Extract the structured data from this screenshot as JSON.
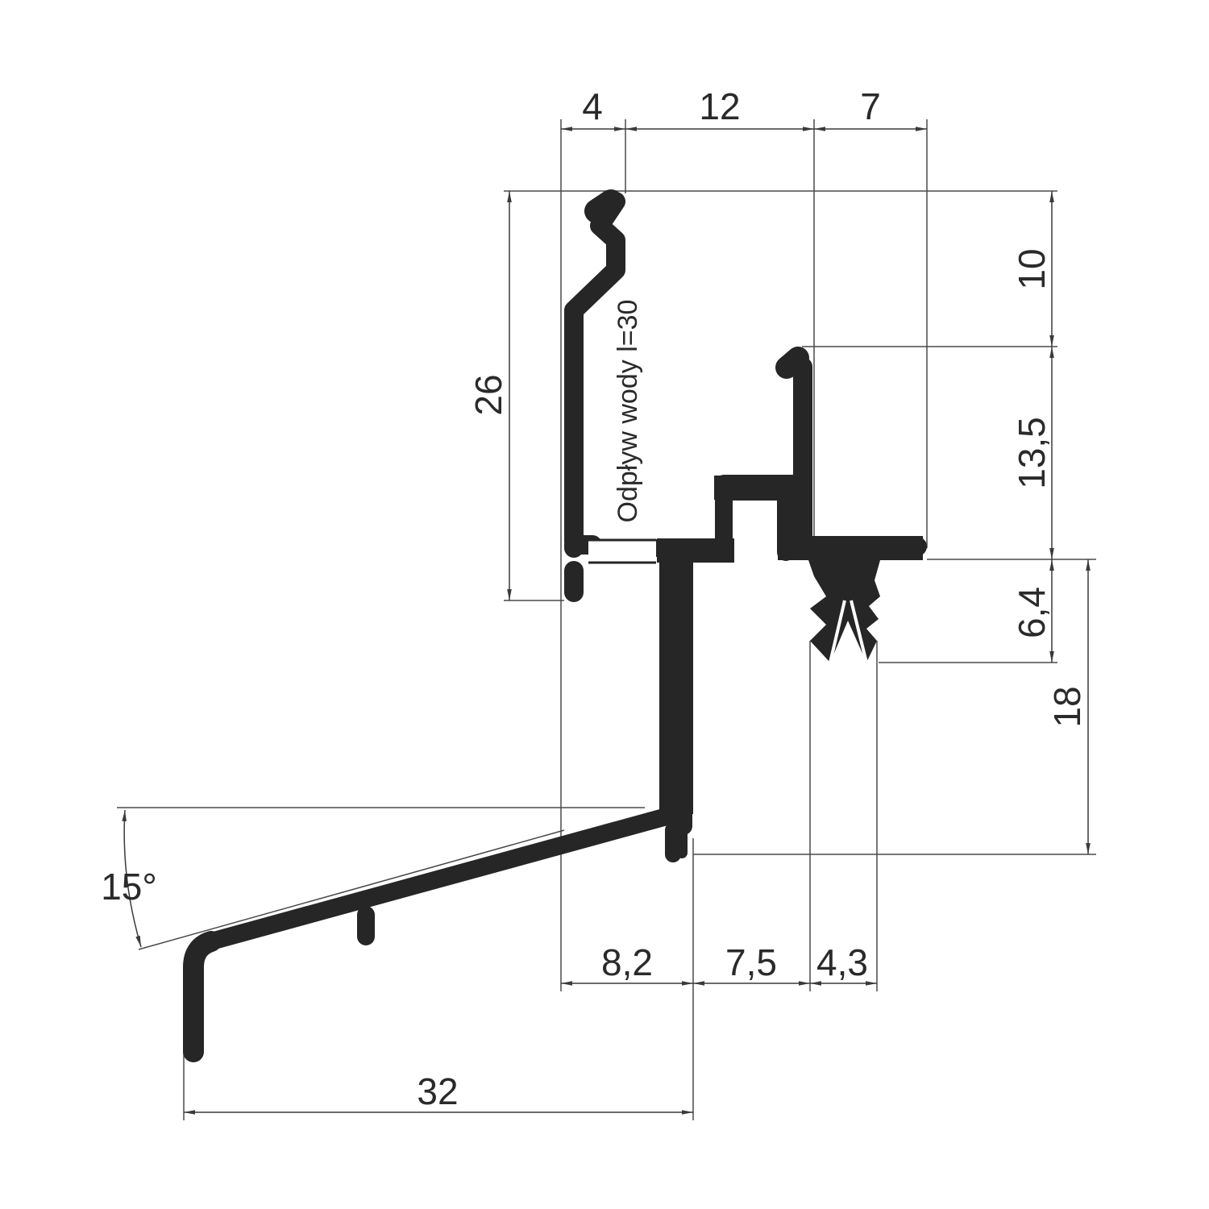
{
  "drawing": {
    "profile_color": "#262626",
    "line_color": "#4a4a4a",
    "note": "Odpływ wody l=30",
    "dimensions": {
      "top_4": "4",
      "top_12": "12",
      "top_7": "7",
      "right_10": "10",
      "right_13_5": "13,5",
      "right_6_4": "6,4",
      "right_18": "18",
      "left_26": "26",
      "angle_15": "15°",
      "bottom_8_2": "8,2",
      "bottom_7_5": "7,5",
      "bottom_4_3": "4,3",
      "bottom_32": "32"
    }
  }
}
